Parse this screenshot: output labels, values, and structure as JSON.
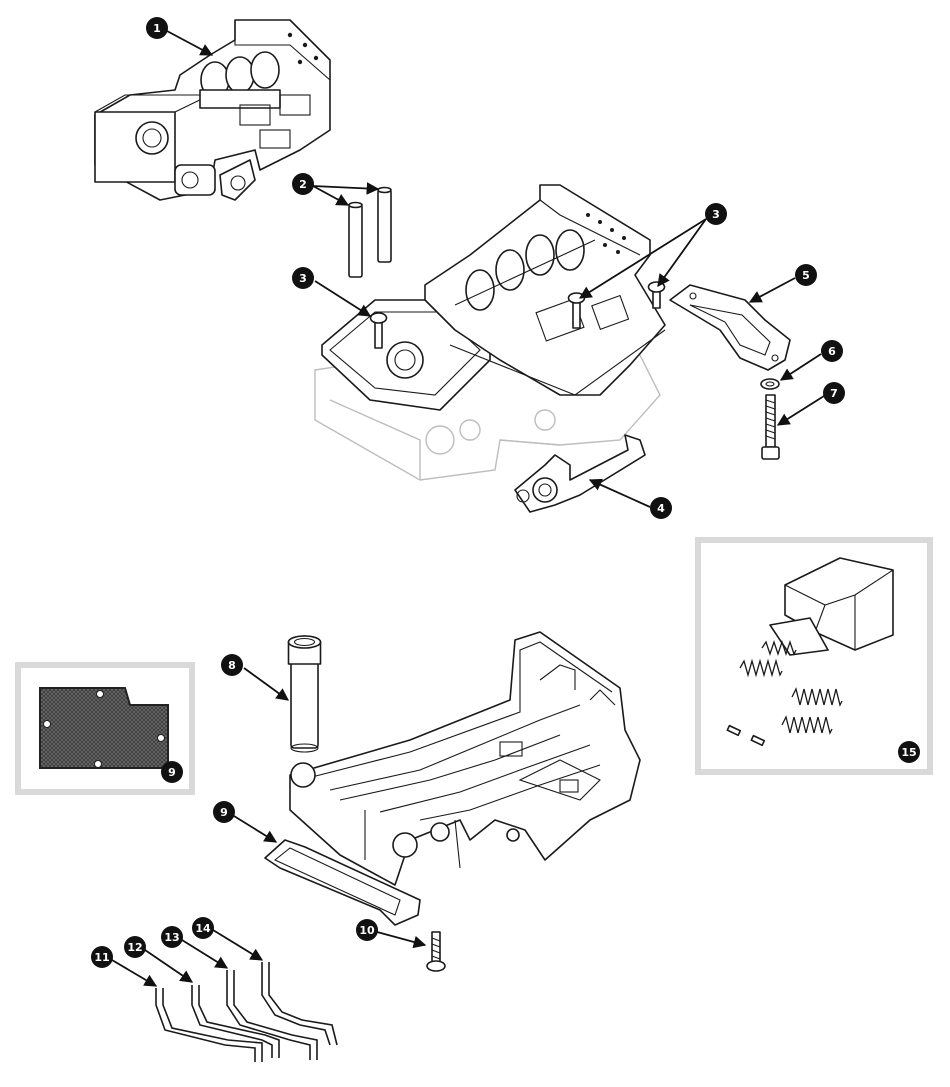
{
  "colors": {
    "line": "#1a1a1a",
    "ghost": "#bdbdbd",
    "frame": "#d9d9d9",
    "callout_fill": "#111111",
    "callout_text": "#ffffff",
    "screen": "#5b5b5b"
  },
  "callouts": {
    "c1": "1",
    "c2": "2",
    "c3a": "3",
    "c3b": "3",
    "c4": "4",
    "c5": "5",
    "c6": "6",
    "c7": "7",
    "c8": "8",
    "c9": "9",
    "c9inset": "9",
    "c10": "10",
    "c11": "11",
    "c12": "12",
    "c13": "13",
    "c14": "14",
    "c15": "15"
  }
}
